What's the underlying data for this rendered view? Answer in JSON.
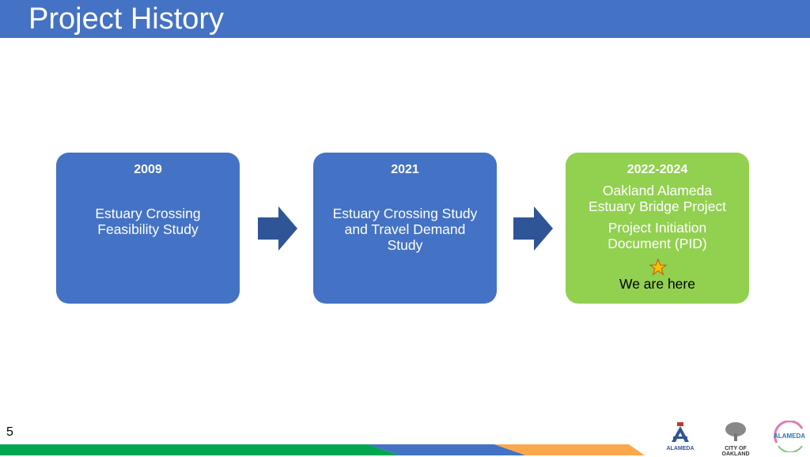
{
  "header": {
    "title": "Project History"
  },
  "timeline": [
    {
      "year": "2009",
      "lines": [
        "Estuary Crossing",
        "Feasibility Study"
      ]
    },
    {
      "year": "2021",
      "lines": [
        "Estuary Crossing Study",
        "and Travel Demand",
        "Study"
      ]
    },
    {
      "year": "2022-2024",
      "lines": [
        "Oakland Alameda",
        "Estuary Bridge Project"
      ],
      "lines2": [
        "Project Initiation",
        "Document (PID)"
      ],
      "marker": "We are here"
    }
  ],
  "footer": {
    "page_number": "5",
    "logos": [
      "ALAMEDA",
      "CITY OF OAKLAND",
      "ALAMEDA"
    ]
  },
  "colors": {
    "blue": "#4472c4",
    "green": "#92d050",
    "arrow": "#2f5597",
    "stripe_green": "#00a651",
    "stripe_orange": "#f9a94b"
  }
}
